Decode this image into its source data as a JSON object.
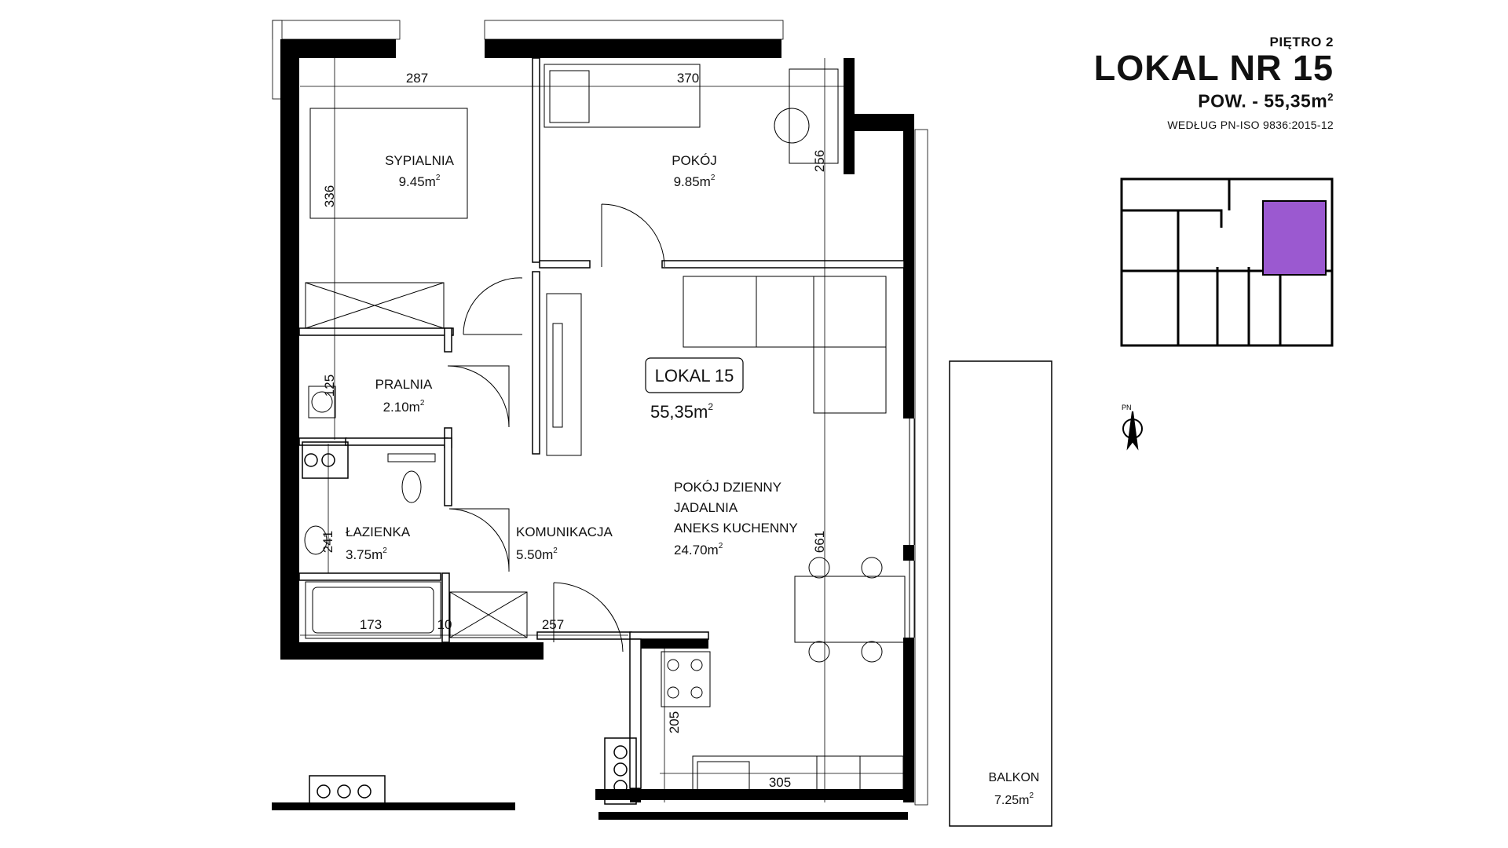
{
  "header": {
    "floor": "PIĘTRO 2",
    "title": "LOKAL NR 15",
    "area_label": "POW. - 55,35m",
    "area_unit_sup": "2",
    "standard": "WEDŁUG PN-ISO 9836:2015-12"
  },
  "unit_label": {
    "name": "LOKAL 15",
    "area": "55,35m",
    "sup": "2"
  },
  "rooms": [
    {
      "id": "sypialnia",
      "lines": [
        "SYPIALNIA"
      ],
      "area": "9.45m",
      "sup": "2"
    },
    {
      "id": "pokoj",
      "lines": [
        "POKÓJ"
      ],
      "area": "9.85m",
      "sup": "2"
    },
    {
      "id": "pralnia",
      "lines": [
        "PRALNIA"
      ],
      "area": "2.10m",
      "sup": "2"
    },
    {
      "id": "lazienka",
      "lines": [
        "ŁAZIENKA"
      ],
      "area": "3.75m",
      "sup": "2"
    },
    {
      "id": "komunikacja",
      "lines": [
        "KOMUNIKACJA"
      ],
      "area": "5.50m",
      "sup": "2"
    },
    {
      "id": "dzienny",
      "lines": [
        "POKÓJ DZIENNY",
        "JADALNIA",
        "ANEKS KUCHENNY"
      ],
      "area": "24.70m",
      "sup": "2"
    },
    {
      "id": "balkon",
      "lines": [
        "BALKON"
      ],
      "area": "7.25m",
      "sup": "2"
    }
  ],
  "dimensions": {
    "d287": "287",
    "d370": "370",
    "d336": "336",
    "d256": "256",
    "d125": "125",
    "d241": "241",
    "d173": "173",
    "d10": "10",
    "d257": "257",
    "d661": "661",
    "d205": "205",
    "d305": "305"
  },
  "compass": {
    "label": "PN"
  },
  "colors": {
    "highlight": "#9b59d0",
    "wall": "#000000"
  }
}
